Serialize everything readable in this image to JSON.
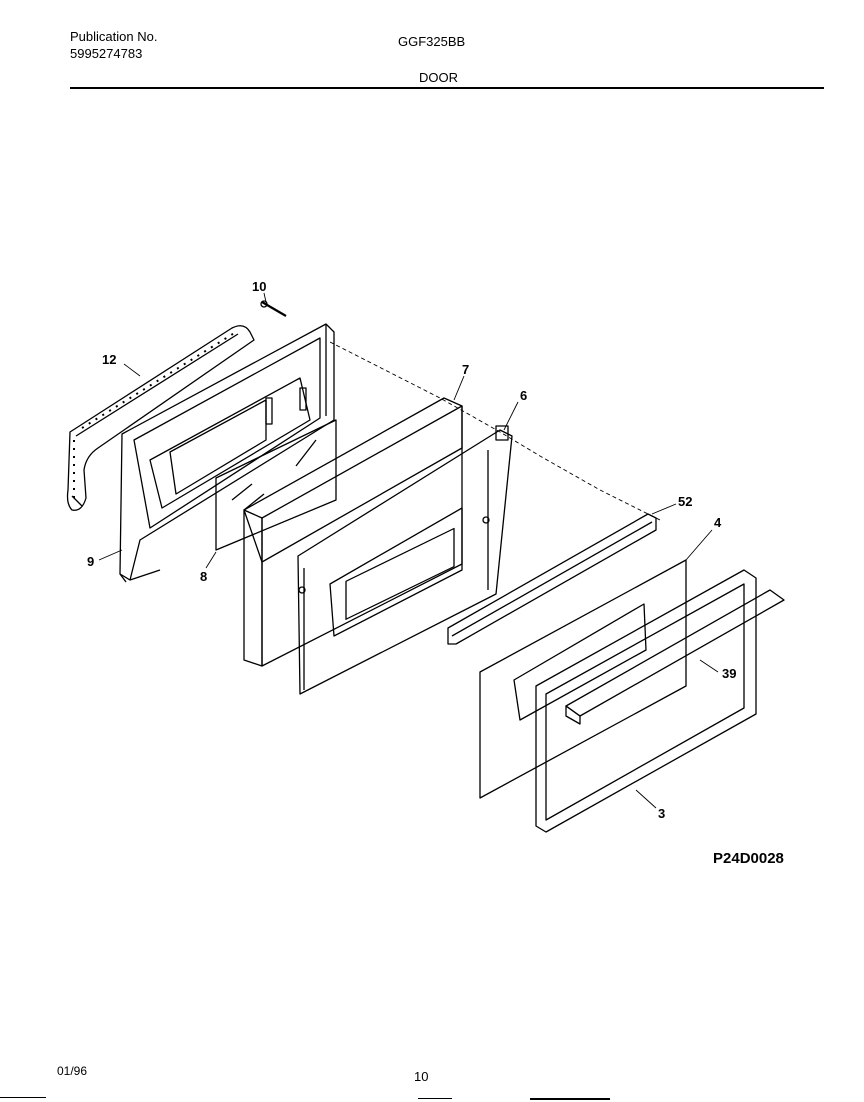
{
  "header": {
    "publication_label": "Publication No.",
    "publication_number": "5995274783",
    "model": "GGF325BB",
    "section": "DOOR"
  },
  "callouts": {
    "c10": "10",
    "c12": "12",
    "c7": "7",
    "c6": "6",
    "c9": "9",
    "c8": "8",
    "c52": "52",
    "c4": "4",
    "c39": "39",
    "c3": "3"
  },
  "diagram_code": "P24D0028",
  "footer": {
    "date": "01/96",
    "page": "10"
  }
}
